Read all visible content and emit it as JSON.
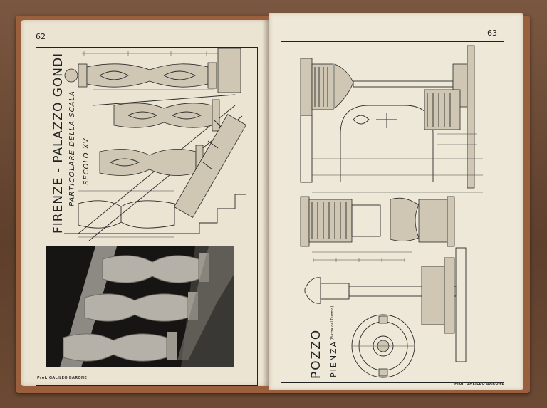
{
  "book": {
    "left_page": {
      "number": "62",
      "title": "FIRENZE - PALAZZO GONDI",
      "subtitle": "PARTICOLARE DELLA SCALA",
      "century": "SECOLO XV",
      "footer": "Prof. GALILEO BARONE"
    },
    "right_page": {
      "number": "63",
      "title": "POZZO",
      "place": "PIENZA",
      "note": "(Piazza del Duomo)",
      "footer": "Prof. GALILEO BARONE"
    }
  },
  "icons": [
    "balustrade-drawing",
    "well-drawing",
    "photo-balusters"
  ]
}
